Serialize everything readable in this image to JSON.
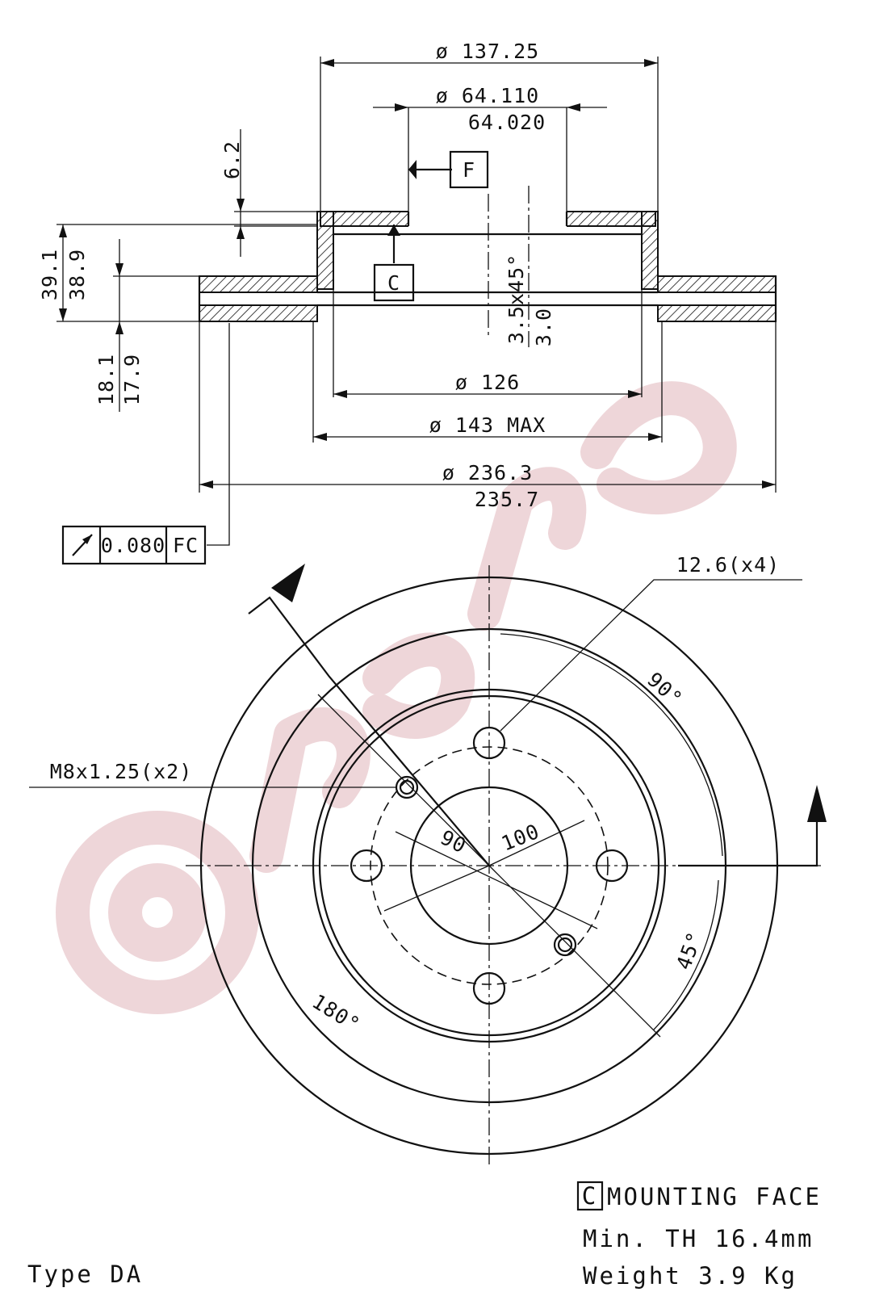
{
  "section_view": {
    "dims": {
      "outer_hat_dia": "ø 137.25",
      "bore_dia_max": "ø 64.110",
      "bore_dia_min": "64.020",
      "hat_thickness": "6.2",
      "total_height_max": "39.1",
      "total_height_min": "38.9",
      "disc_thickness_max": "18.1",
      "disc_thickness_min": "17.9",
      "chamfer": "3.5x45°",
      "chamfer_b": "3.0",
      "inner_dia": "ø 126",
      "hat_max_dia": "ø 143 MAX",
      "disc_dia_max": "ø 236.3",
      "disc_dia_min": "235.7"
    },
    "datum_f": "F",
    "datum_c": "C",
    "tolerance_frame": {
      "value": "0.080",
      "datums": "FC"
    }
  },
  "front_view": {
    "hole_callout": "12.6(x4)",
    "thread_callout": "M8x1.25(x2)",
    "pcd_a": "90",
    "pcd_b": "100",
    "angle_90": "90°",
    "angle_45": "45°",
    "angle_180": "180°"
  },
  "notes": {
    "mounting_face_box": "C",
    "mounting_face": "MOUNTING FACE",
    "min_th": "Min. TH 16.4mm",
    "weight": "Weight  3.9 Kg",
    "type": "Type DA"
  }
}
